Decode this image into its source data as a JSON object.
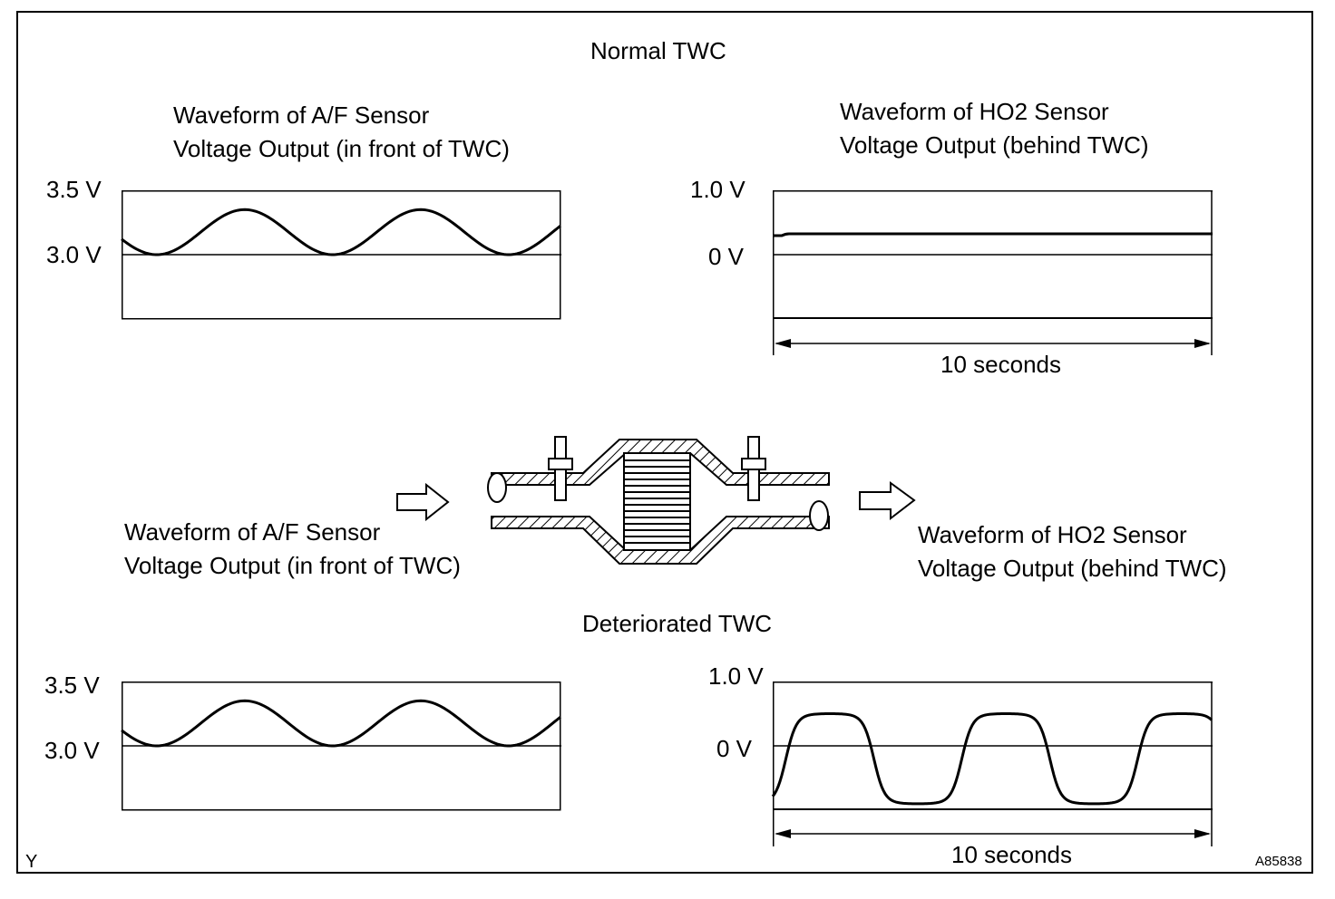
{
  "heading_normal": "Normal TWC",
  "heading_deteriorated": "Deteriorated TWC",
  "af_caption": [
    "Waveform of A/F Sensor",
    "Voltage Output (in front of TWC)"
  ],
  "ho2_caption": [
    "Waveform of HO2 Sensor",
    "Voltage Output (behind TWC)"
  ],
  "af_axis": {
    "top": "3.5 V",
    "ref": "3.0 V"
  },
  "ho2_axis": {
    "top": "1.0 V",
    "ref": "0 V"
  },
  "duration_label": "10 seconds",
  "corner_mark": "Y",
  "figure_code": "A85838",
  "chart_data": [
    {
      "type": "line",
      "name": "normal_af",
      "waveform": "sinusoid",
      "cycles": 2.5,
      "y_min_volts": 3.0,
      "y_max_volts": 3.35,
      "ylabels": [
        "3.5 V",
        "3.0 V"
      ]
    },
    {
      "type": "line",
      "name": "normal_ho2",
      "waveform": "flat",
      "y_volts": 0.35,
      "ylabels": [
        "1.0 V",
        "0 V"
      ],
      "x_span": "10 seconds"
    },
    {
      "type": "line",
      "name": "deteriorated_af",
      "waveform": "sinusoid",
      "cycles": 2.5,
      "y_min_volts": 3.0,
      "y_max_volts": 3.35,
      "ylabels": [
        "3.5 V",
        "3.0 V"
      ]
    },
    {
      "type": "line",
      "name": "deteriorated_ho2",
      "waveform": "square_rounded",
      "cycles": 2.5,
      "y_min_volts": -0.9,
      "y_max_volts": 0.5,
      "ylabels": [
        "1.0 V",
        "0 V"
      ],
      "x_span": "10 seconds"
    }
  ]
}
